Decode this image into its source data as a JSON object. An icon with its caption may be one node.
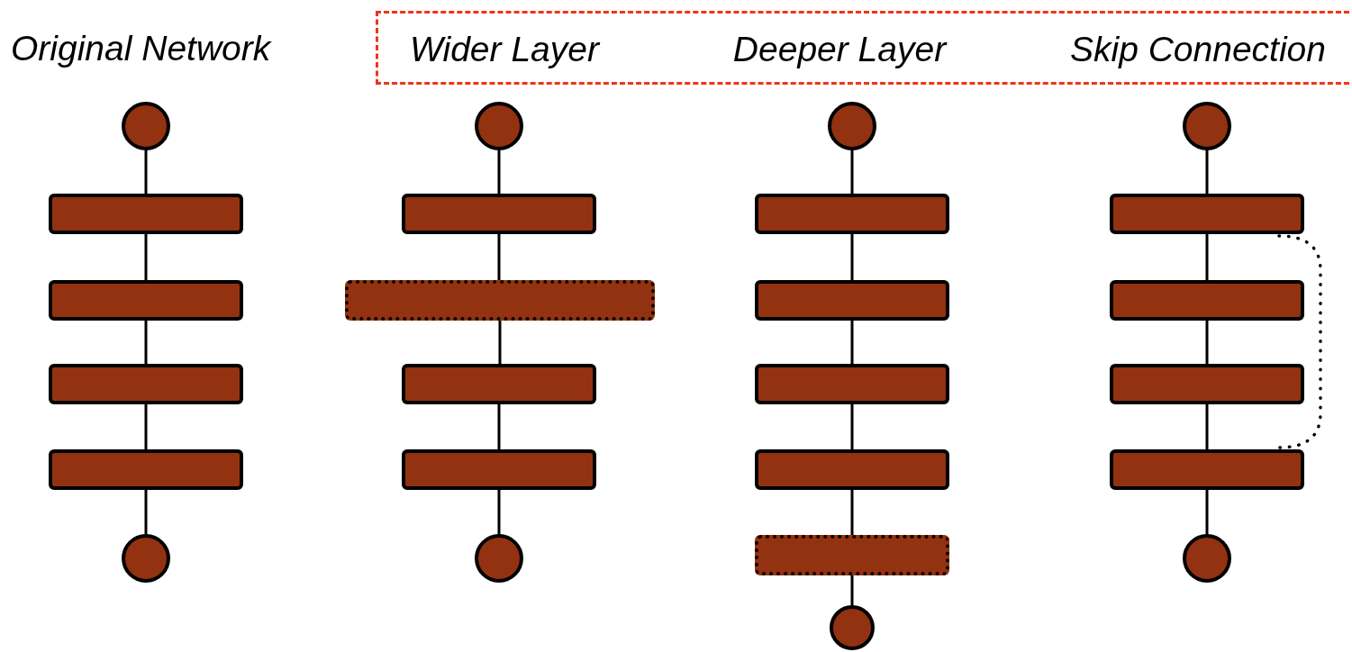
{
  "diagram": {
    "nodes": [
      {
        "text": [
          "Wider Layer",
          "Deeper Layer",
          "Skip Connection"
        ]
      },
      {
        "text": [],
        "shape": "circle"
      },
      {
        "text": [],
        "shape": "bar"
      },
      {
        "text": [],
        "shape": "bar"
      },
      {
        "text": [],
        "shape": "bar"
      },
      {
        "text": [],
        "shape": "bar"
      },
      {
        "text": [],
        "shape": "circle"
      },
      {
        "text": [],
        "shape": "circle"
      },
      {
        "text": [],
        "shape": "bar"
      },
      {
        "text": [],
        "shape": "bar"
      },
      {
        "text": [],
        "shape": "bar"
      },
      {
        "text": [],
        "shape": "bar"
      },
      {
        "text": [],
        "shape": "circle"
      },
      {
        "text": [],
        "shape": "circle"
      },
      {
        "text": [],
        "shape": "bar"
      },
      {
        "text": [],
        "shape": "bar"
      },
      {
        "text": [],
        "shape": "bar"
      },
      {
        "text": [],
        "shape": "bar"
      },
      {
        "text": [],
        "shape": "bar"
      },
      {
        "text": [],
        "shape": "circle"
      },
      {
        "text": [],
        "shape": "circle"
      },
      {
        "text": [],
        "shape": "bar"
      },
      {
        "text": [],
        "shape": "bar"
      },
      {
        "text": [],
        "shape": "bar"
      },
      {
        "text": [],
        "shape": "bar"
      },
      {
        "text": [],
        "shape": "circle"
      }
    ],
    "edges": [
      {
        "from": 1,
        "to": 2,
        "arrow": "none"
      },
      {
        "from": 2,
        "to": 3,
        "arrow": "none"
      },
      {
        "from": 3,
        "to": 4,
        "arrow": "none"
      },
      {
        "from": 4,
        "to": 5,
        "arrow": "none"
      },
      {
        "from": 5,
        "to": 6,
        "arrow": "none"
      },
      {
        "from": 7,
        "to": 8,
        "arrow": "none"
      },
      {
        "from": 8,
        "to": 9,
        "arrow": "none"
      },
      {
        "from": 9,
        "to": 10,
        "arrow": "none"
      },
      {
        "from": 10,
        "to": 11,
        "arrow": "none"
      },
      {
        "from": 11,
        "to": 12,
        "arrow": "none"
      },
      {
        "from": 13,
        "to": 14,
        "arrow": "none"
      },
      {
        "from": 14,
        "to": 15,
        "arrow": "none"
      },
      {
        "from": 15,
        "to": 16,
        "arrow": "none"
      },
      {
        "from": 16,
        "to": 17,
        "arrow": "none"
      },
      {
        "from": 17,
        "to": 18,
        "arrow": "none"
      },
      {
        "from": 18,
        "to": 19,
        "arrow": "none"
      },
      {
        "from": 20,
        "to": 21,
        "arrow": "none"
      },
      {
        "from": 21,
        "to": 22,
        "arrow": "none"
      },
      {
        "from": 22,
        "to": 23,
        "arrow": "none"
      },
      {
        "from": 23,
        "to": 24,
        "arrow": "none"
      },
      {
        "from": 24,
        "to": 25,
        "arrow": "none"
      },
      {
        "from": 21,
        "to": 24,
        "arrow": "none",
        "style": "dashed"
      }
    ],
    "labels": [
      "Original Network"
    ]
  }
}
